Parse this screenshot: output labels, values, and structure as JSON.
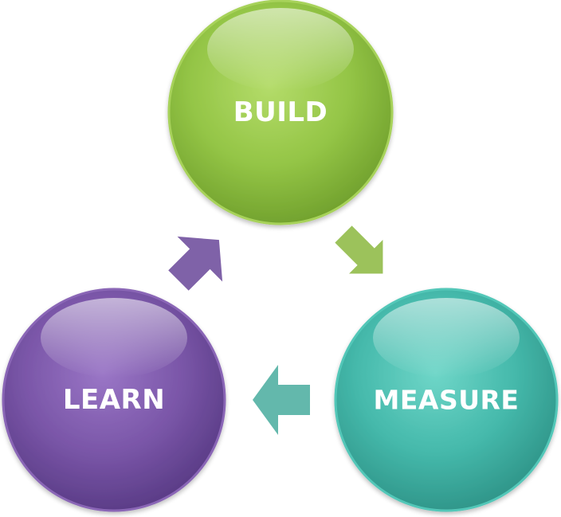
{
  "cycle": {
    "build": {
      "label": "BUILD",
      "color": "#8bc34a"
    },
    "measure": {
      "label": "MEASURE",
      "color": "#3fb8a8"
    },
    "learn": {
      "label": "LEARN",
      "color": "#6e4c9a"
    }
  },
  "arrows": {
    "build_to_measure": {
      "color": "#9bc25a"
    },
    "measure_to_learn": {
      "color": "#5fb5a8"
    },
    "learn_to_build": {
      "color": "#7f62a8"
    }
  }
}
